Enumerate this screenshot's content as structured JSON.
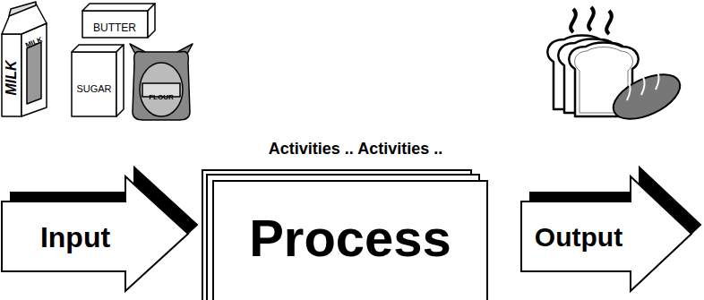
{
  "diagram": {
    "nodes": [
      {
        "text": [
          "Input"
        ]
      },
      {
        "text": [
          "Process"
        ]
      },
      {
        "text": [
          "Output"
        ]
      }
    ],
    "labels": [
      "MILK",
      "MILK",
      "BUTTER",
      "SUGAR",
      "FLOUR",
      "Activities .. Activities .."
    ]
  }
}
